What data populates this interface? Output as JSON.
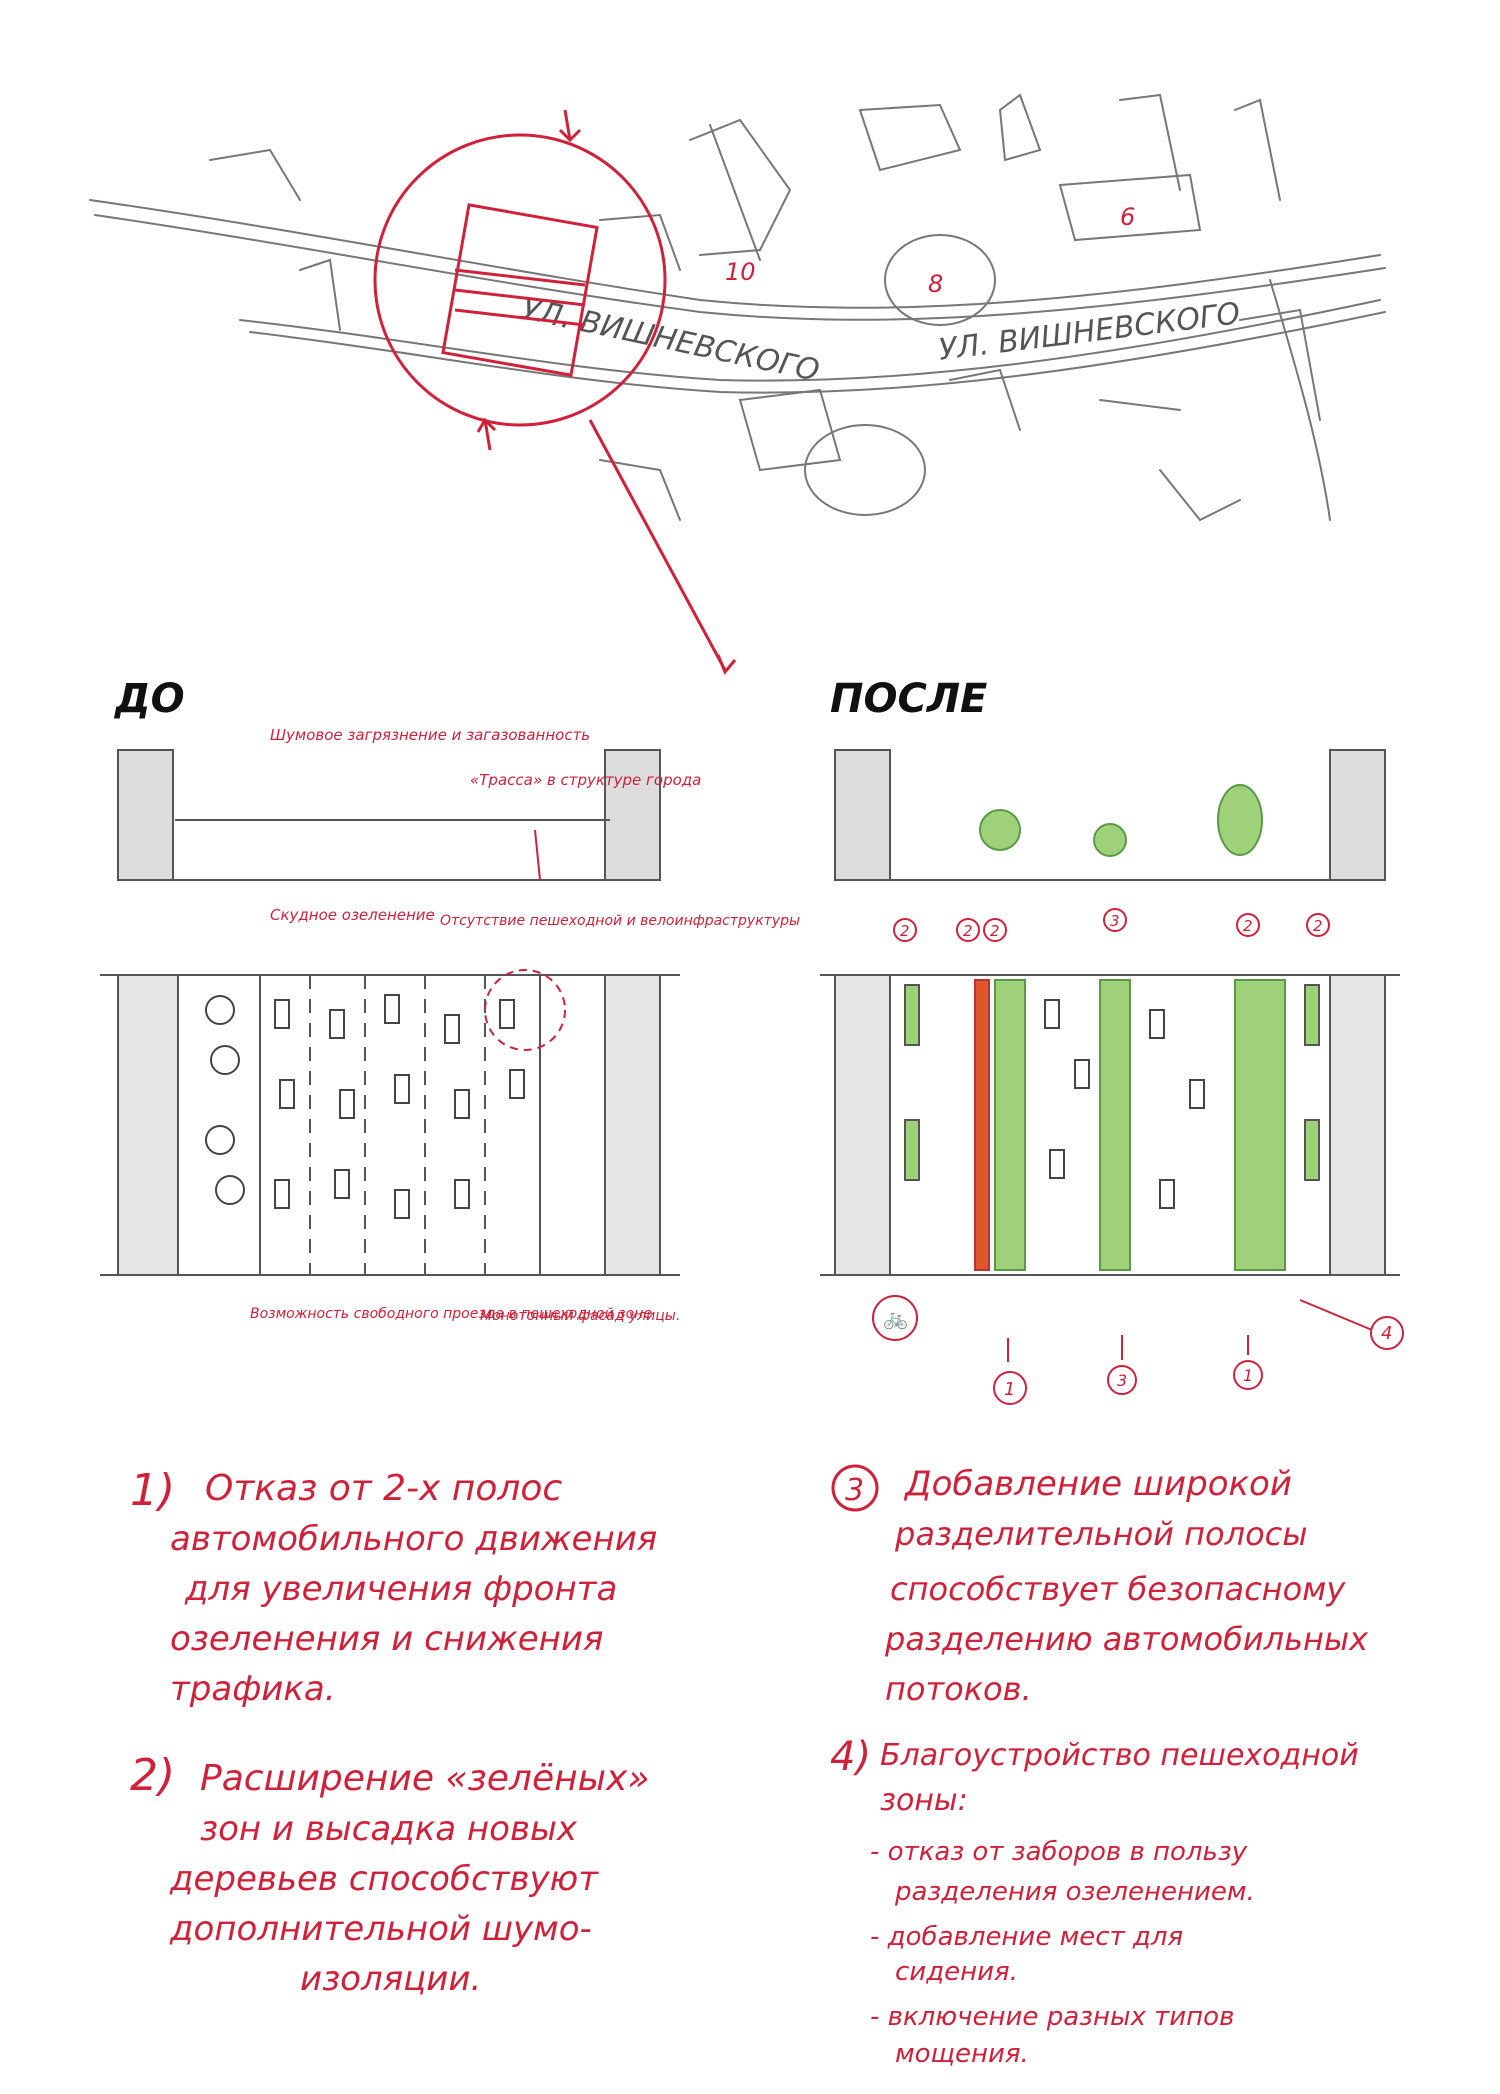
{
  "map": {
    "street_label_1": "УЛ. ВИШНЕВСКОГО",
    "street_label_2": "УЛ. ВИШНЕВСКОГО",
    "building_numbers": [
      "10",
      "8",
      "6"
    ]
  },
  "before": {
    "title": "ДО",
    "annotations": {
      "noise": "Шумовое загрязнение и загазованность",
      "highway": "«Трасса» в структуре города",
      "greenery": "Скудное озеленение",
      "no_bike": "Отсутствие пешеходной и велоинфраструктуры",
      "free_pass": "Возможность свободного проезда в пешеходной зоне",
      "monotone": "Монотонный фасад улицы."
    }
  },
  "after": {
    "title": "ПОСЛЕ",
    "markers": [
      "2",
      "2",
      "2",
      "3",
      "2",
      "2",
      "1",
      "3",
      "1",
      "4"
    ]
  },
  "notes": {
    "note1": {
      "num": "1)",
      "lines": [
        "Отказ от 2-х полос",
        "автомобильного движения",
        "для увеличения фронта",
        "озеленения и снижения",
        "трафика."
      ]
    },
    "note2": {
      "num": "2)",
      "lines": [
        "Расширение «зелёных»",
        "зон и высадка новых",
        "деревьев способствуют",
        "дополнительной шумо-",
        "изоляции."
      ]
    },
    "note3": {
      "num": "3",
      "lines": [
        "Добавление широкой",
        "разделительной полосы",
        "способствует безопасному",
        "разделению автомобильных",
        "потоков."
      ]
    },
    "note4": {
      "num": "4)",
      "lines": [
        "Благоустройство пешеходной",
        "зоны:",
        "- отказ от заборов в пользу",
        "разделения озеленением.",
        "- добавление мест для",
        "сидения.",
        "- включение разных типов",
        "мощения."
      ]
    }
  },
  "colors": {
    "red_ink": "#d0213a",
    "pencil": "#555555",
    "green": "#7fc160",
    "orange": "#e0552a"
  }
}
